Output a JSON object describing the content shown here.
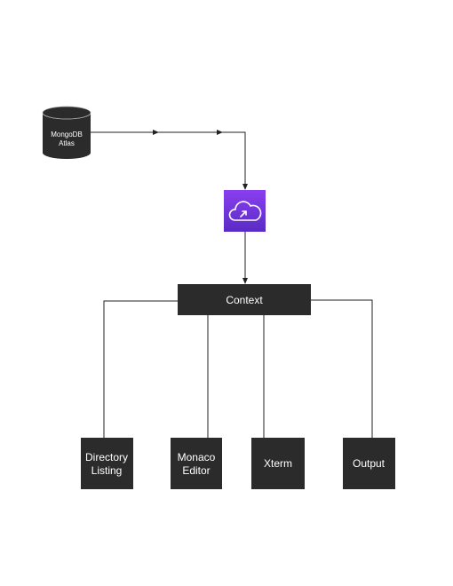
{
  "diagram": {
    "nodes": {
      "database": {
        "line1": "MongoDB",
        "line2": "Atlas"
      },
      "cloud_service": {
        "icon": "cloud-sync-icon",
        "color": "#7b2fd9"
      },
      "context": {
        "label": "Context"
      },
      "directory_listing": {
        "line1": "Directory",
        "line2": "Listing"
      },
      "monaco_editor": {
        "line1": "Monaco",
        "line2": "Editor"
      },
      "xterm": {
        "label": "Xterm"
      },
      "output": {
        "label": "Output"
      }
    },
    "colors": {
      "node_fill": "#2b2b2b",
      "edge": "#222222",
      "cloud_gradient_top": "#8a3ff0",
      "cloud_gradient_bottom": "#5a2bc4"
    }
  }
}
